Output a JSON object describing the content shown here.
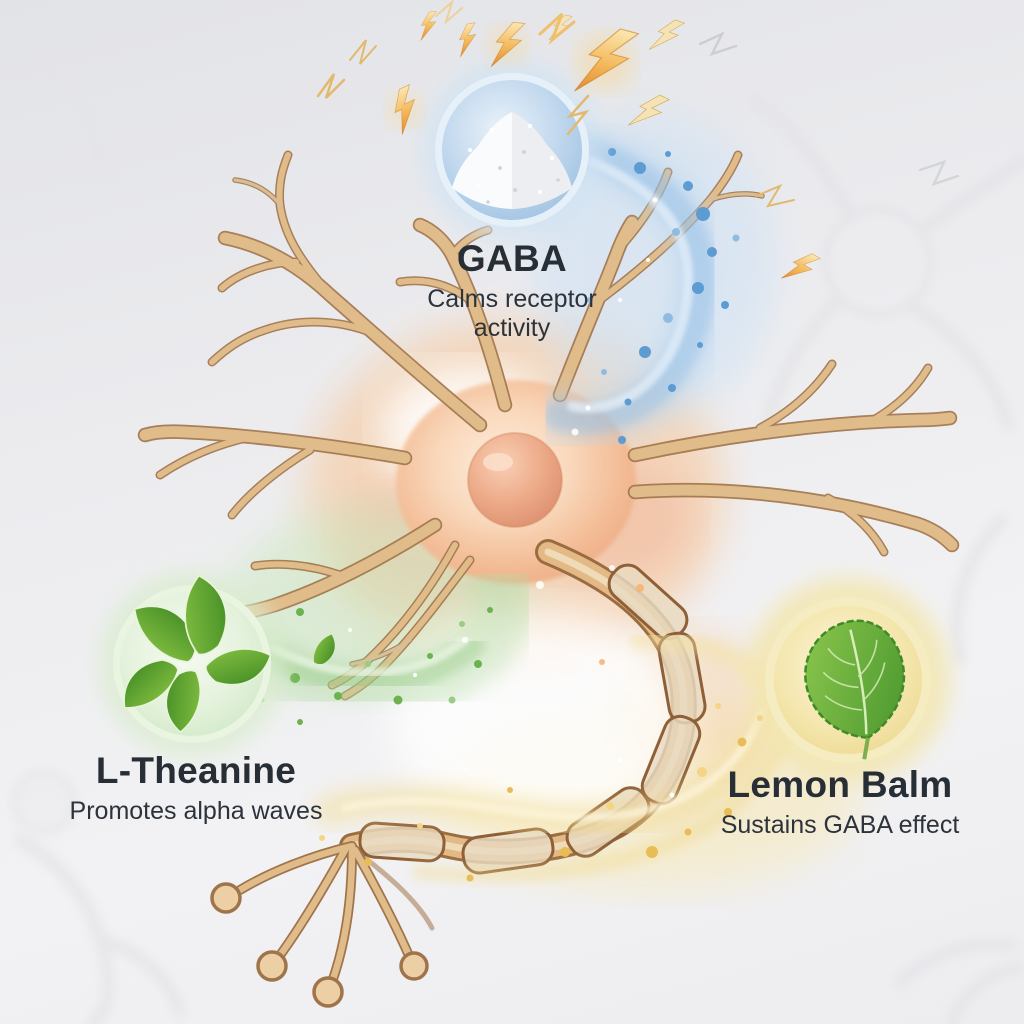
{
  "nodes": [
    {
      "id": "gaba",
      "label": "GABA",
      "description": "Calms receptor activity",
      "icon": "powder-circle-icon",
      "accent_color": "#a9cbe8",
      "stream_color": "#9cc4e8",
      "position": "top-center"
    },
    {
      "id": "l-theanine",
      "label": "L-Theanine",
      "description": "Promotes alpha waves",
      "icon": "tea-leaves-circle-icon",
      "accent_color": "#cde6c2",
      "stream_color": "#a8d49a",
      "position": "bottom-left"
    },
    {
      "id": "lemon-balm",
      "label": "Lemon Balm",
      "description": "Sustains GABA effect",
      "icon": "mint-leaf-circle-icon",
      "accent_color": "#eedd9d",
      "stream_color": "#f0d98e",
      "position": "middle-right"
    }
  ],
  "illustration": {
    "subject": "neuron",
    "elements": [
      "dendrites",
      "soma",
      "nucleus",
      "myelinated-axon",
      "axon-terminals",
      "lightning-bolts",
      "ghost-neurons-background"
    ],
    "colors": {
      "dendrite": "#ddb183",
      "dendrite_outline": "#a0744a",
      "soma": "#f6cfa9",
      "nucleus": "#e8a284",
      "myelin": "#e7d9c0",
      "lightning": "#f2b24d",
      "background": "#ededf0",
      "text": "#272e36"
    }
  }
}
